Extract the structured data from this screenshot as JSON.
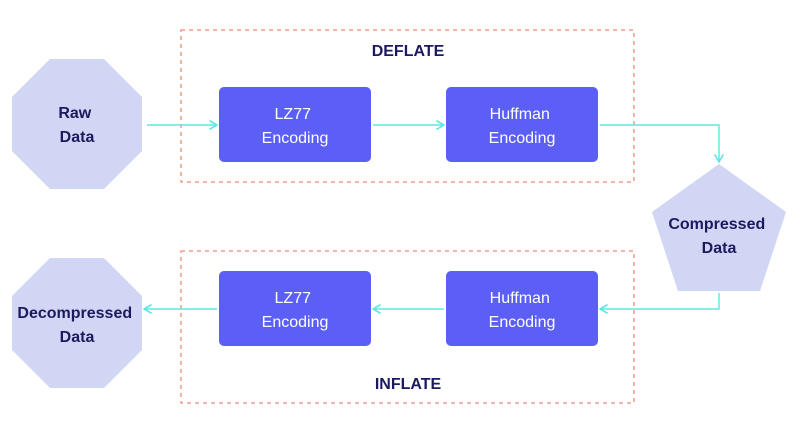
{
  "colors": {
    "box_fill": "#5b5ff5",
    "shape_fill": "#d0d6f3",
    "arrow": "#5ce8e4",
    "group_border": "#ef8d74",
    "dark_text": "#1c1a5e"
  },
  "deflate": {
    "title": "DEFLATE",
    "lz77": {
      "line1": "LZ77",
      "line2": "Encoding"
    },
    "huffman": {
      "line1": "Huffman",
      "line2": "Encoding"
    }
  },
  "inflate": {
    "title": "INFLATE",
    "lz77": {
      "line1": "LZ77",
      "line2": "Encoding"
    },
    "huffman": {
      "line1": "Huffman",
      "line2": "Encoding"
    }
  },
  "raw_data": {
    "line1": "Raw",
    "line2": "Data",
    "shape": "octagon"
  },
  "compressed_data": {
    "line1": "Compressed",
    "line2": "Data",
    "shape": "pentagon"
  },
  "decompressed_data": {
    "line1": "Decompressed",
    "line2": "Data",
    "shape": "octagon"
  }
}
